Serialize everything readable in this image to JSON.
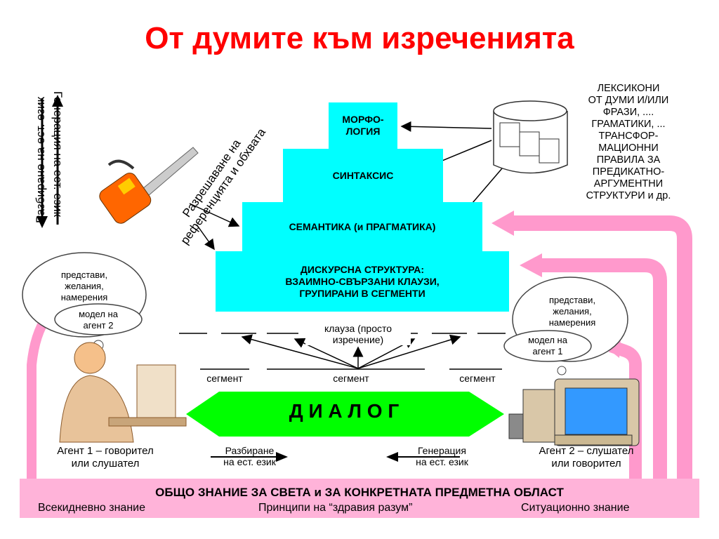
{
  "title": "От думите към изреченията",
  "pyramid": {
    "morphology": "МОРФО-\nЛОГИЯ",
    "syntax": "СИНТАКСИС",
    "semantics": "СЕМАНТИКА (и ПРАГМАТИКА)",
    "discourse": "ДИСКУРСНА СТРУКТУРА:\nВЗАИМНО-СВЪРЗАНИ КЛАУЗИ,\nГРУПИРАНИ В СЕГМЕНТИ"
  },
  "resources_text": "ЛЕКСИКОНИ\nОТ ДУМИ И/ИЛИ\nФРАЗИ, ....\nГРАМАТИКИ, ...\nТРАНСФОР-\nМАЦИОННИ\nПРАВИЛА ЗА\nПРЕДИКАТНО-\nАРГУМЕНТНИ\nСТРУКТУРИ и др.",
  "vertical": {
    "generation": "Генерация на ест. език",
    "understanding": "Разбиране на ест. език"
  },
  "chainsaw_label": "Разрешаване на\nреференцията и обхвата",
  "cloud_left": {
    "text": "представи,\nжелания,\nнамерения",
    "model": "модел на\nагент 2"
  },
  "cloud_right": {
    "text": "представи,\nжелания,\nнамерения",
    "model": "модел на\nагент 1"
  },
  "clause_label": "клауза (просто\nизречение)",
  "segments": [
    "сегмент",
    "сегмент",
    "сегмент"
  ],
  "dialog_label": "Д И А Л О Г",
  "agent1": "Агент 1 – говорител\nили слушател",
  "agent2": "Агент 2 – слушател\nили говорител",
  "understanding_label": "Разбиране\nна ест. език",
  "generation_label": "Генерация\nна ест. език",
  "bottom": {
    "heading": "ОБЩО ЗНАНИЕ ЗА СВЕТА и ЗА КОНКРЕТНАТА ПРЕДМЕТНА ОБЛАСТ",
    "item1": "Всекидневно знание",
    "item2": "Принципи на “здравия разум”",
    "item3": "Ситуационно знание"
  },
  "colors": {
    "title": "#ff0000",
    "pyramid": "#00ffff",
    "dialog": "#00ff00",
    "band": "#ffb3d9",
    "arrow_pink": "#ff99cc"
  }
}
